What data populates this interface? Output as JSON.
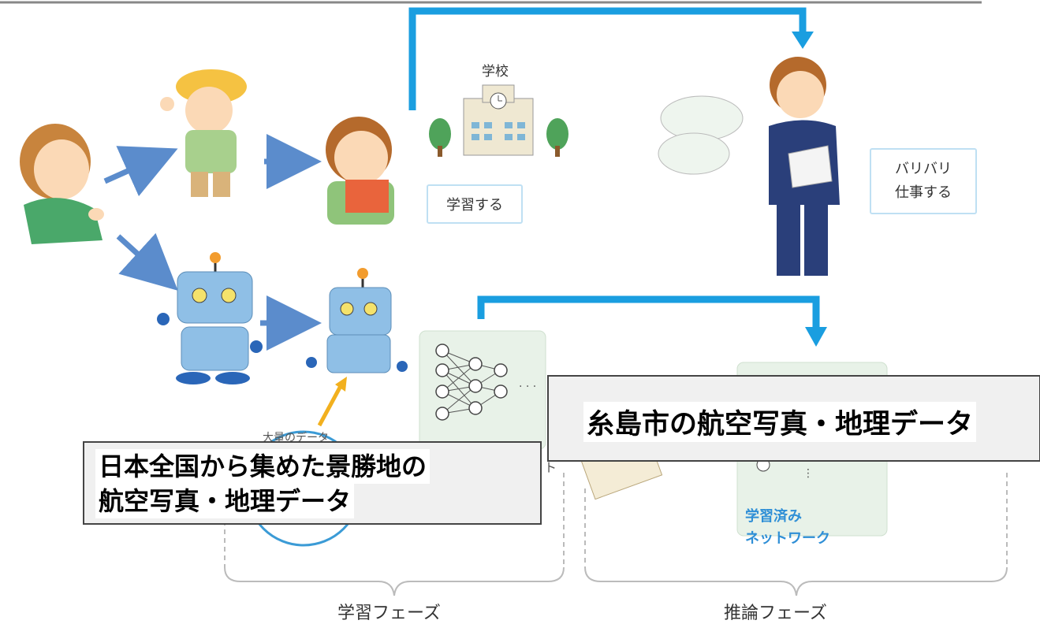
{
  "labels": {
    "school": "学校",
    "study_box": "学習する",
    "work_box_line1": "バリバリ",
    "work_box_line2": "仕事する",
    "partial_data_circle": "大量のデータ",
    "partial_network": "ト",
    "trained_line1": "学習済み",
    "trained_line2": "ネットワーク",
    "learning_phase": "学習フェーズ",
    "inference_phase": "推論フェーズ"
  },
  "overlays": {
    "itoshima": "糸島市の航空写真・地理データ",
    "nationwide_line1": "日本全国から集めた景勝地の",
    "nationwide_line2": "航空写真・地理データ"
  },
  "colors": {
    "arrow_blue": "#1a9ee0",
    "flow_arrow": "#5b8ccc",
    "robot_blue": "#8fbfe6",
    "trained_text": "#2f8fd6",
    "yellow_arrow": "#f2b01e"
  }
}
